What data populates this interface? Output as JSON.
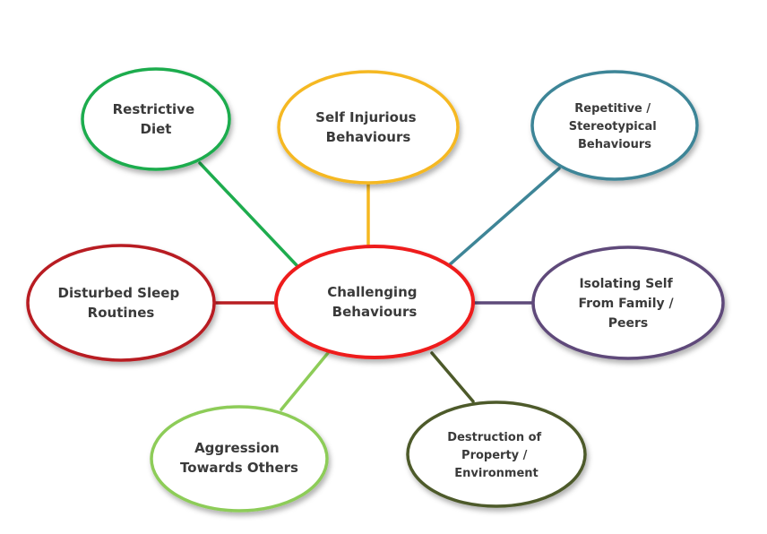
{
  "center": {
    "lines": [
      "Challenging",
      "Behaviours"
    ],
    "color": "#ee1c1c"
  },
  "nodes": [
    {
      "id": "restrictive-diet",
      "lines": [
        "Restrictive",
        "Diet"
      ],
      "color": "#1eac4e"
    },
    {
      "id": "self-injurious-behaviours",
      "lines": [
        "Self Injurious",
        "Behaviours"
      ],
      "color": "#f5b820"
    },
    {
      "id": "repetitive-stereotypical-behaviours",
      "lines": [
        "Repetitive /",
        "Stereotypical",
        "Behaviours"
      ],
      "color": "#3e8597"
    },
    {
      "id": "disturbed-sleep-routines",
      "lines": [
        "Disturbed Sleep",
        "Routines"
      ],
      "color": "#b81e22"
    },
    {
      "id": "isolating-self-from-family-peers",
      "lines": [
        "Isolating Self",
        "From Family /",
        "Peers"
      ],
      "color": "#5e4a7a"
    },
    {
      "id": "aggression-towards-others",
      "lines": [
        "Aggression",
        "Towards Others"
      ],
      "color": "#8dcc58"
    },
    {
      "id": "destruction-of-property-environment",
      "lines": [
        "Destruction of",
        "Property /",
        "Environment"
      ],
      "color": "#4d5a2a"
    }
  ]
}
